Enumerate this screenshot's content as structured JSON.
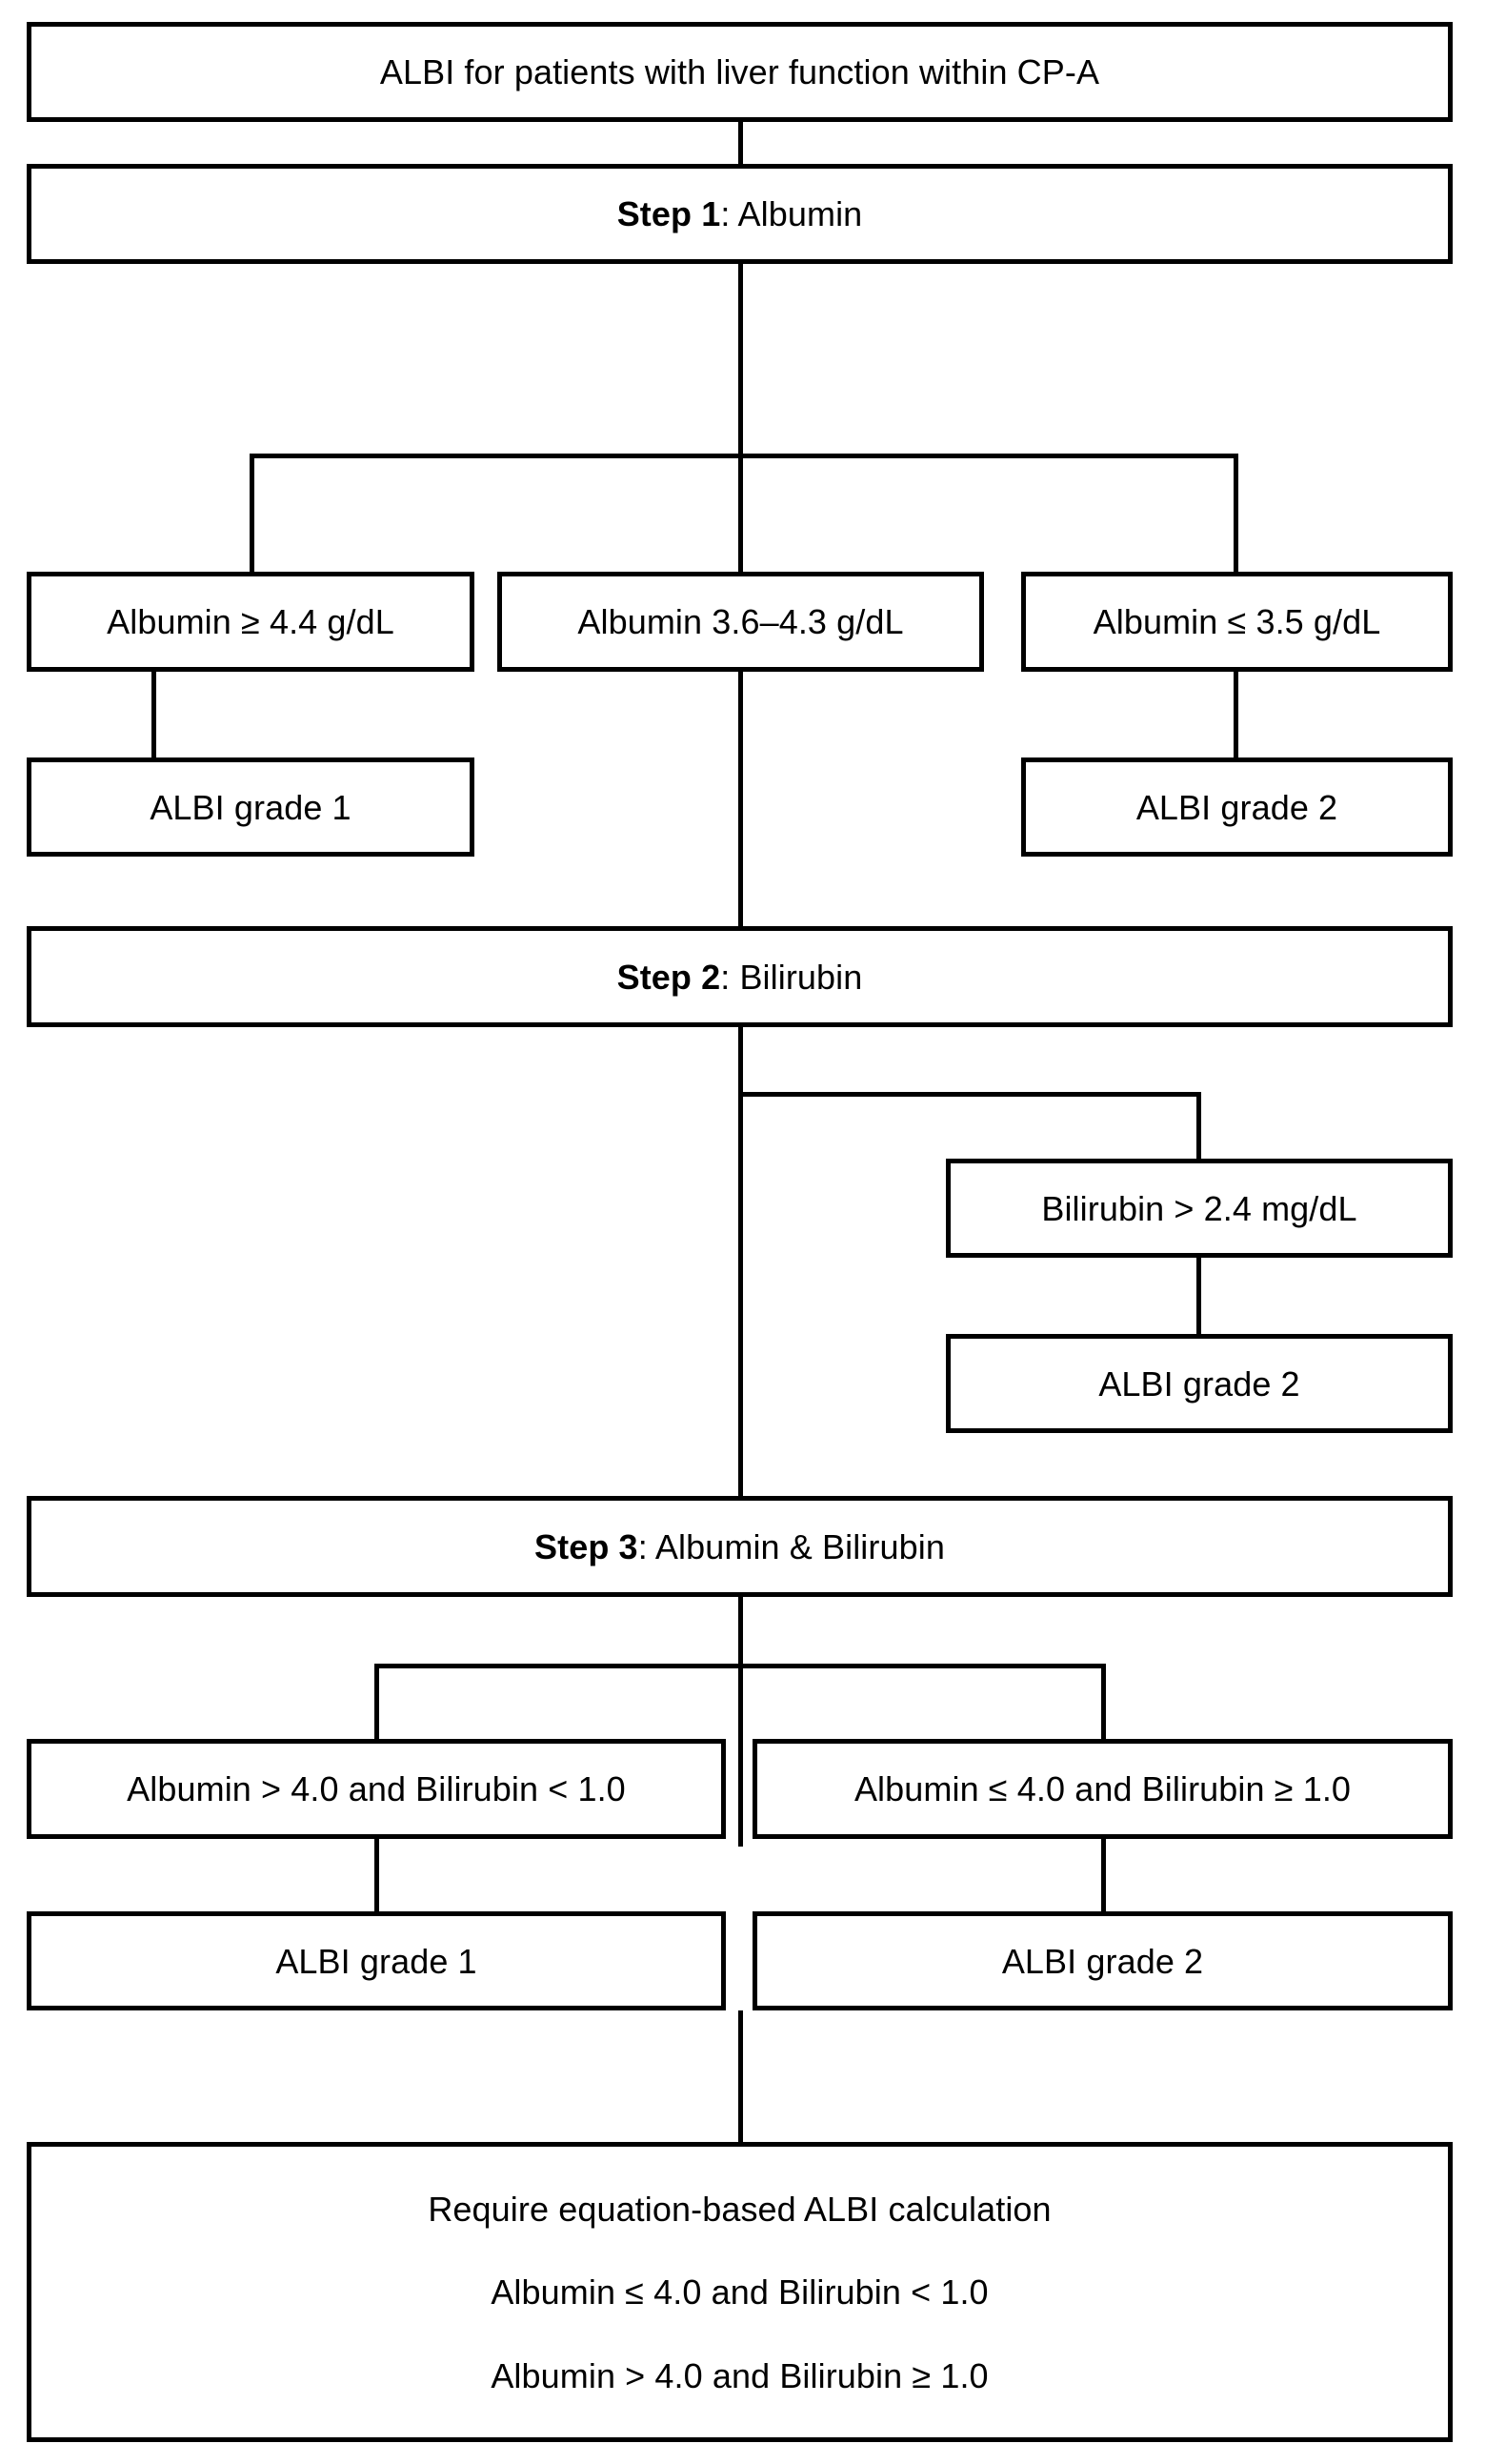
{
  "diagram": {
    "title": "ALBI grading algorithm flowchart",
    "stroke_color": "#000000",
    "background_color": "#ffffff",
    "nodes": {
      "root": "ALBI for patients with liver function within CP-A",
      "step1_prefix": "Step 1",
      "step1_suffix": ": Albumin",
      "step2_prefix": "Step 2",
      "step2_suffix": ": Bilirubin",
      "step3_prefix": "Step 3",
      "step3_suffix": ": Albumin & Bilirubin",
      "albumin_high": "Albumin ≥ 4.4 g/dL",
      "albumin_mid": "Albumin 3.6–4.3 g/dL",
      "albumin_low": "Albumin ≤ 3.5 g/dL",
      "grade1_from_albumin_high": "ALBI grade 1",
      "grade2_from_albumin_low": "ALBI grade 2",
      "bilirubin_high": "Bilirubin > 2.4 mg/dL",
      "grade2_from_bilirubin": "ALBI grade 2",
      "step3_left_condition": "Albumin > 4.0 and Bilirubin < 1.0",
      "step3_right_condition": "Albumin ≤ 4.0 and Bilirubin ≥ 1.0",
      "step3_left_grade": "ALBI grade 1",
      "step3_right_grade": "ALBI grade 2",
      "final_line1": "Require equation-based ALBI calculation",
      "final_line2": "Albumin ≤ 4.0 and Bilirubin < 1.0",
      "final_line3": "Albumin > 4.0 and Bilirubin ≥ 1.0"
    }
  }
}
